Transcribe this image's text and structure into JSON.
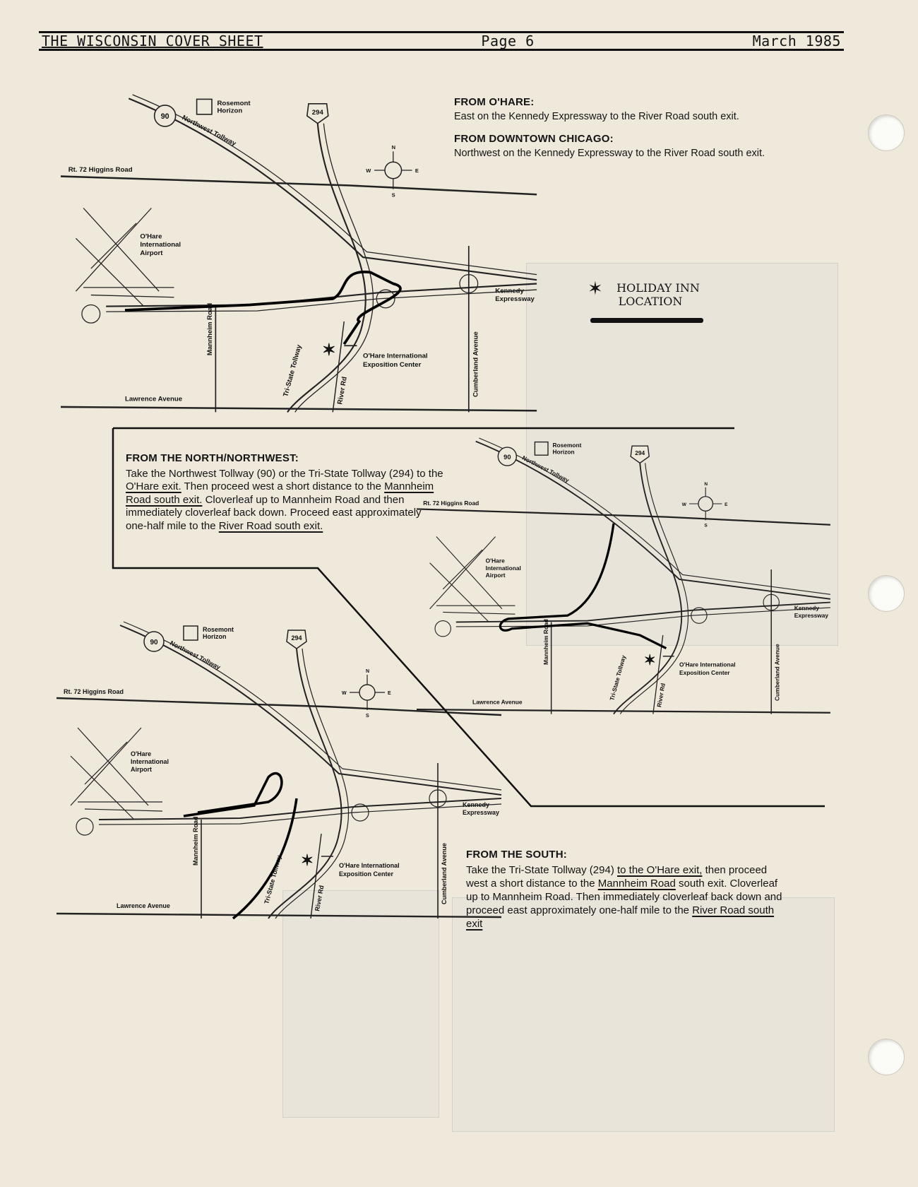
{
  "header": {
    "publication": "THE WISCONSIN COVER SHEET",
    "page": "Page 6",
    "date": "March 1985"
  },
  "from_ohare": {
    "title": "FROM O'HARE:",
    "body": "East on the Kennedy Expressway to the River Road south exit."
  },
  "from_downtown": {
    "title": "FROM DOWNTOWN CHICAGO:",
    "body": "Northwest on the Kennedy Expressway to the River Road south exit."
  },
  "legend": {
    "line1": "HOLIDAY INN",
    "line2": "LOCATION",
    "icon": "star-icon"
  },
  "from_north": {
    "title": "FROM THE NORTH/NORTHWEST:",
    "seg1": "Take the Northwest Tollway (90) or the Tri-State Tollway (294) to the ",
    "seg2": "O'Hare exit.",
    "seg3": " Then proceed west a short distance to the ",
    "seg4": "Mannheim Road south exit.",
    "seg5": " Cloverleaf up to Mannheim Road and then immediately cloverleaf back down. Proceed east approximately one-half mile to the ",
    "seg6": "River Road south exit."
  },
  "from_south": {
    "title": "FROM THE SOUTH:",
    "seg1": "Take the Tri-State Tollway (294) ",
    "seg2": "to the O'Hare exit,",
    "seg3": " then proceed west a short distance to the ",
    "seg4": "Mannheim Road",
    "seg5": " south exit. Cloverleaf up to Mannheim Road. Then immediately cloverleaf back down and proceed east approximately one-half mile to the ",
    "seg6": "River Road south exit"
  },
  "map_labels": {
    "rosemont1": "Rosemont",
    "rosemont2": "Horizon",
    "i90": "90",
    "i294": "294",
    "northwest_tollway": "Northwest Tollway",
    "higgins": "Rt. 72 Higgins Road",
    "airport1": "O'Hare",
    "airport2": "International",
    "airport3": "Airport",
    "mannheim": "Mannheim Road",
    "tristate": "Tri-State Tollway",
    "river": "River Rd",
    "cumberland": "Cumberland Avenue",
    "kennedy1": "Kennedy",
    "kennedy2": "Expressway",
    "expo1": "O'Hare International",
    "expo2": "Exposition Center",
    "lawrence": "Lawrence Avenue",
    "n": "N",
    "s": "S",
    "w": "W",
    "e": "E"
  }
}
